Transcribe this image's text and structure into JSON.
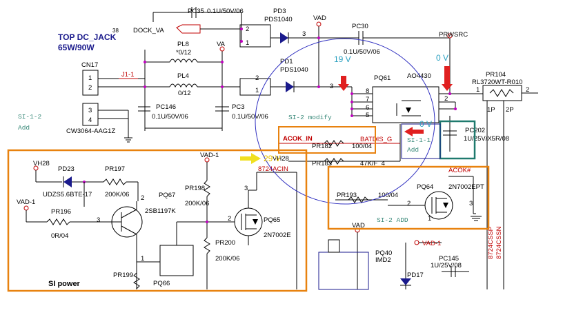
{
  "title": {
    "line1": "TOP DC_JACK",
    "line2": "65W/90W",
    "num": "38"
  },
  "nets": {
    "dock_va": "DOCK_VA",
    "vad": "VAD",
    "va": "VA",
    "prwsrc": "PRWSRC",
    "j11": "J1-1",
    "vh28": "VH28",
    "vad1": "VAD-1",
    "vad1b": "VAD-1",
    "vad_bottom": "VAD",
    "vad1_right": "VAD-1",
    "acok_in": "ACOK_IN",
    "batdis": "BATDIS_G",
    "acin": "8724ACIN",
    "acok": "ACOK#",
    "vh28b": "VH28",
    "cssp": "8724CSSP",
    "cssn": "8724CSSN"
  },
  "components": {
    "pc35": "PC35",
    "pc35v": "0.1U/50V/06",
    "pd3": "PD3",
    "pd3v": "PDS1040",
    "pc30": "PC30",
    "pc30v": "0.1U/50V/06",
    "pl8": "PL8",
    "pl8v": "*0/12",
    "pl4": "PL4",
    "pl4v": "0/12",
    "pd1": "PD1",
    "pd1v": "PDS1040",
    "pq61": "PQ61",
    "pq61v": "AO4430",
    "pr104": "PR104",
    "pr104v": "RL3720WT-R010",
    "cn17": "CN17",
    "cn17v": "CW3064-AAG1Z",
    "pc146": "PC146",
    "pc146v": "0.1U/50V/06",
    "pc3": "PC3",
    "pc3v": "0.1U/50V/06",
    "pc202": "PC202",
    "pc202v": "1U/25V/X5R/08",
    "pr182": "PR182",
    "pr182v": "100/04",
    "pr183": "PR183",
    "pr183v": "47K/F_4",
    "pd23": "PD23",
    "pd23v": "UDZS5.6BTE-17",
    "pr197": "PR197",
    "pr197v": "200K/06",
    "pq67": "PQ67",
    "pq67v": "2SB1197K",
    "pr196": "PR196",
    "pr196v": "0R/04",
    "pr198": "PR198",
    "pr198v": "200K/06",
    "pq65": "PQ65",
    "pq65v": "2N7002E",
    "pr200": "PR200",
    "pr200v": "200K/06",
    "pr199": "PR199",
    "pq66": "PQ66",
    "pr193": "PR193",
    "pr193v": "100/04",
    "pq64": "PQ64",
    "pq64v": "2N7002EPT",
    "pq40": "PQ40",
    "pq40v": "IMD2",
    "pc145": "PC145",
    "pc145v": "1U/25V/08",
    "pd17": "PD17"
  },
  "annotations": {
    "si12_left": "SI-1-2",
    "si12_left_add": "Add",
    "si2_modify": "SI-2 modify",
    "si11": "SI-1-1",
    "si11_add": "Add",
    "si2_add": "SI-2 ADD",
    "si_power": "SI power",
    "v19": "19 V",
    "v0a": "0 V",
    "v0b": "0 V",
    "v29": "29 V"
  },
  "pins": [
    "1",
    "2",
    "3",
    "4",
    "5",
    "6",
    "7",
    "8",
    "2",
    "1",
    "2",
    "3",
    "1",
    "2",
    "1",
    "2",
    "2P",
    "1P",
    "3",
    "2",
    "1",
    "2",
    "3",
    "1",
    "2",
    "1",
    "3"
  ],
  "colors": {
    "accent_orange": "#e8820f",
    "teal_box": "#1f7a6e",
    "arrow_red": "#e02020",
    "arrow_yellow": "#f0e020",
    "net_blue": "#1a1a8c",
    "ellipse": "#3030c0"
  }
}
